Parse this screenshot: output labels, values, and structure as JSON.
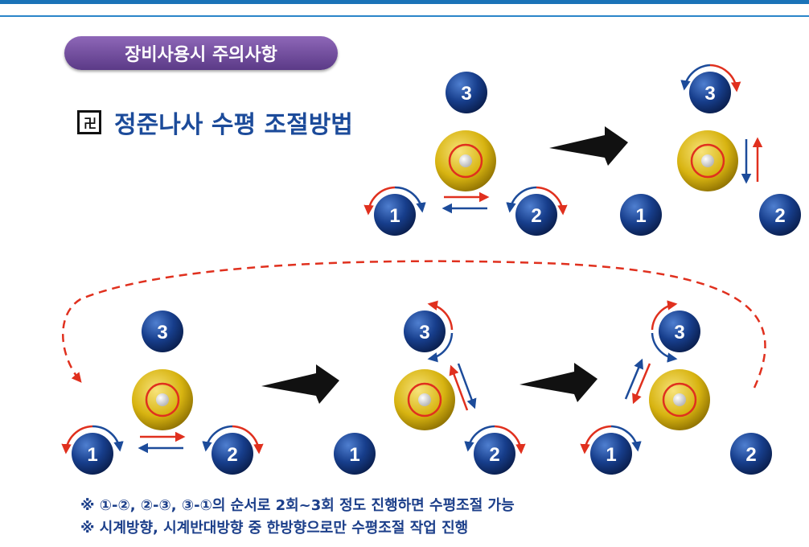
{
  "header": {
    "badge": "장비사용시 주의사항"
  },
  "title": {
    "glyph": "卍",
    "text": "정준나사 수평 조절방법"
  },
  "screw_labels": {
    "one": "1",
    "two": "2",
    "three": "3"
  },
  "notes": [
    "※ ①-②, ②-③, ③-①의 순서로 2회~3회 정도 진행하면 수평조절 가능",
    "※ 시계방향, 시계반대방향 중 한방향으로만 수평조절 작업 진행"
  ],
  "colors": {
    "screw": "#173e8c",
    "bubble_ring": "#d8b411",
    "bubble_circle": "#e0301e",
    "arrow_red": "#e0301e",
    "arrow_blue": "#1c4b9a",
    "step_arrow": "#111111",
    "badge": "#6a4a98",
    "title_text": "#1c4b9a"
  }
}
